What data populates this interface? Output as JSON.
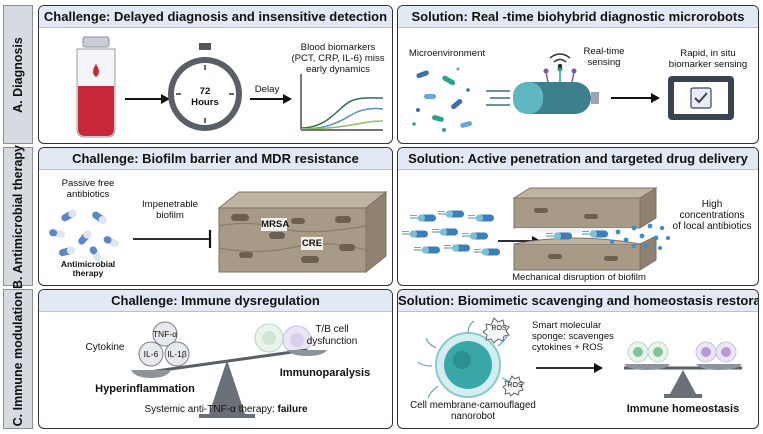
{
  "rows": {
    "diagnosis": "A. Diagnosis",
    "antimicrobial": "B. Antimicrobial therapy",
    "immune": "C. Immune modulation"
  },
  "panels": {
    "a_challenge": {
      "title": "Challenge: Delayed diagnosis and insensitive detection",
      "timer": [
        "72",
        "Hours"
      ],
      "delay": "Delay",
      "biomarkers": [
        "Blood biomarkers",
        "(PCT, CRP, IL-6) miss",
        "early dynamics"
      ]
    },
    "a_solution": {
      "title": "Solution: Real -time biohybrid diagnostic microrobots",
      "microenvironment": "Microenvironment",
      "sensing": [
        "Real-time",
        "sensing"
      ],
      "rapid": [
        "Rapid, in situ",
        "biomarker sensing"
      ]
    },
    "b_challenge": {
      "title": "Challenge: Biofilm barrier and MDR resistance",
      "passive": [
        "Passive free",
        "antibiotics"
      ],
      "impenetrable": [
        "Impenetrable",
        "biofilm"
      ],
      "therapy": [
        "Antimicrobial",
        "therapy"
      ],
      "mrsa": "MRSA",
      "cre": "CRE"
    },
    "b_solution": {
      "title": "Solution: Active penetration and targeted drug delivery",
      "high": [
        "High",
        "concentrations",
        "of local antibiotics"
      ],
      "disruption": "Mechanical disruption of biofilm"
    },
    "c_challenge": {
      "title": "Challenge: Immune dysregulation",
      "cytokine": "Cytokine",
      "tnf": "TNF-α",
      "il6": "IL-6",
      "il1b": "IL-1β",
      "tb": [
        "T/B cell",
        "dysfunction"
      ],
      "hyper": "Hyperinflammation",
      "immuno": "Immunoparalysis",
      "systemic": "Systemic anti-TNF-α therapy: ",
      "failure": "failure"
    },
    "c_solution": {
      "title": "Solution: Biomimetic scavenging and homeostasis restoration",
      "ros": "ROS",
      "sponge": [
        "Smart molecular",
        "sponge: scavenges",
        "cytokines + ROS"
      ],
      "camouflaged": [
        "Cell membrane-camouflaged",
        "nanorobot"
      ],
      "homeostasis": "Immune homeostasis"
    }
  },
  "colors": {
    "header": "#e3e9f4",
    "side": "#d6dbe1",
    "blood": "#c8283a",
    "biofilm": "#9a8b76",
    "bacteria_blue": "#3a6fb0",
    "bacteria_teal": "#2ba38c",
    "cell_teal": "#3aa7a8",
    "purple": "#b49ad8"
  }
}
